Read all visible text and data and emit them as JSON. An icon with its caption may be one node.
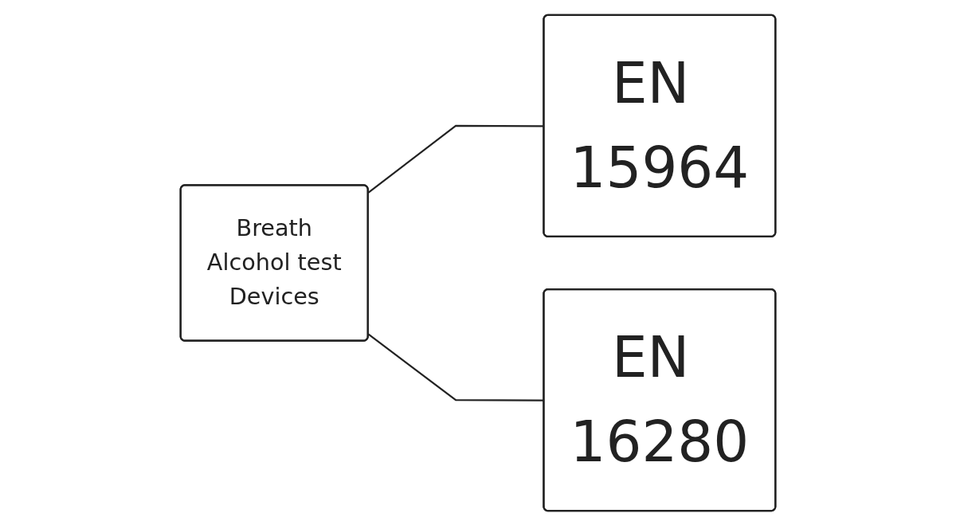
{
  "diagram": {
    "nodes": [
      {
        "text": [
          "Breath",
          "Alcohol test",
          "Devices"
        ]
      },
      {
        "text": [
          "EN 15964"
        ]
      },
      {
        "text": [
          "EN 16280"
        ]
      }
    ],
    "edges": [
      {
        "from": 0,
        "to": 1,
        "arrow": "none"
      },
      {
        "from": 0,
        "to": 2,
        "arrow": "none"
      }
    ]
  }
}
